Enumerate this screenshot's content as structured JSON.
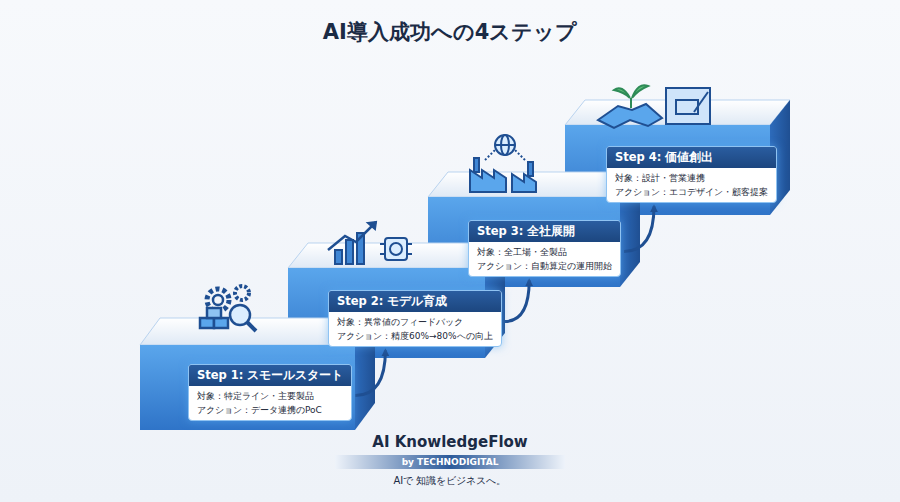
{
  "diagram": {
    "title": "AI導入成功への4ステップ",
    "nodes": [
      {
        "text": [
          "Step 1: スモールスタート",
          "対象：特定ライン・主要製品",
          "アクション：データ連携のPoC"
        ]
      },
      {
        "text": [
          "Step 2: モデル育成",
          "対象：異常値のフィードバック",
          "アクション：精度60%→80%への向上"
        ]
      },
      {
        "text": [
          "Step 3: 全社展開",
          "対象：全工場・全製品",
          "アクション：自動算定の運用開始"
        ]
      },
      {
        "text": [
          "Step 4: 価値創出",
          "対象：設計・営業連携",
          "アクション：エコデザイン・顧客提案"
        ]
      }
    ],
    "edges": [
      {
        "from": 0,
        "to": 1,
        "arrow": "to"
      },
      {
        "from": 1,
        "to": 2,
        "arrow": "to"
      },
      {
        "from": 2,
        "to": 3,
        "arrow": "to"
      }
    ],
    "labels": [
      "AI KnowledgeFlow",
      "by TECHNODIGITAL",
      "AIで 知識をビジネスへ。"
    ]
  }
}
